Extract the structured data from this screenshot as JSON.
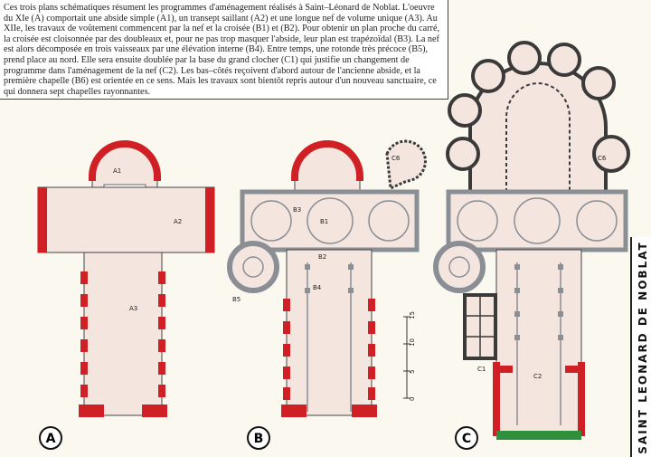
{
  "caption": {
    "text": "Ces trois plans schématiques résument les programmes d'aménagement réalisés à Saint–Léonard de Noblat. L'oeuvre du XIe (A) comportait une abside simple (A1), un transept saillant (A2) et une longue nef de volume unique (A3). Au XIIe, les travaux de voûtement commencent par la nef et la croisée (B1) et (B2). Pour obtenir un plan proche du carré, la croisée est cloisonnée par des doubleaux et, pour ne pas trop masquer l'abside, leur plan est trapézoïdal (B3). La nef est alors décomposée en trois vaisseaux par une élévation interne (B4). Entre temps, une rotonde très précoce (B5), prend place au nord. Elle sera ensuite doublée par la base du grand clocher (C1) qui justifie un changement de programme dans l'aménagement de la nef (C2). Les bas–côtés reçoivent d'abord autour de l'ancienne abside, et la première chapelle (B6) est orientée en ce sens. Mais les travaux sont bientôt repris autour d'un nouveau sanctuaire, ce qui donnera sept chapelles rayonnantes."
  },
  "side_title": "SAINT LEONARD DE NOBLAT",
  "plans": [
    {
      "letter": "A",
      "labels": [
        "A1",
        "A2",
        "A3"
      ]
    },
    {
      "letter": "B",
      "labels": [
        "B1",
        "B2",
        "B3",
        "B4",
        "B5",
        "C6"
      ]
    },
    {
      "letter": "C",
      "labels": [
        "C1",
        "C2",
        "C6"
      ]
    }
  ],
  "scale": {
    "ticks": [
      "0",
      "5",
      "10",
      "15"
    ]
  },
  "colors": {
    "background": "#fbf8ef",
    "wall_red": "#d11f26",
    "wall_grey": "#8a8f96",
    "wall_dark": "#3a3a3a",
    "floor": "#f4e5df",
    "porch_green": "#2f8f3a"
  }
}
